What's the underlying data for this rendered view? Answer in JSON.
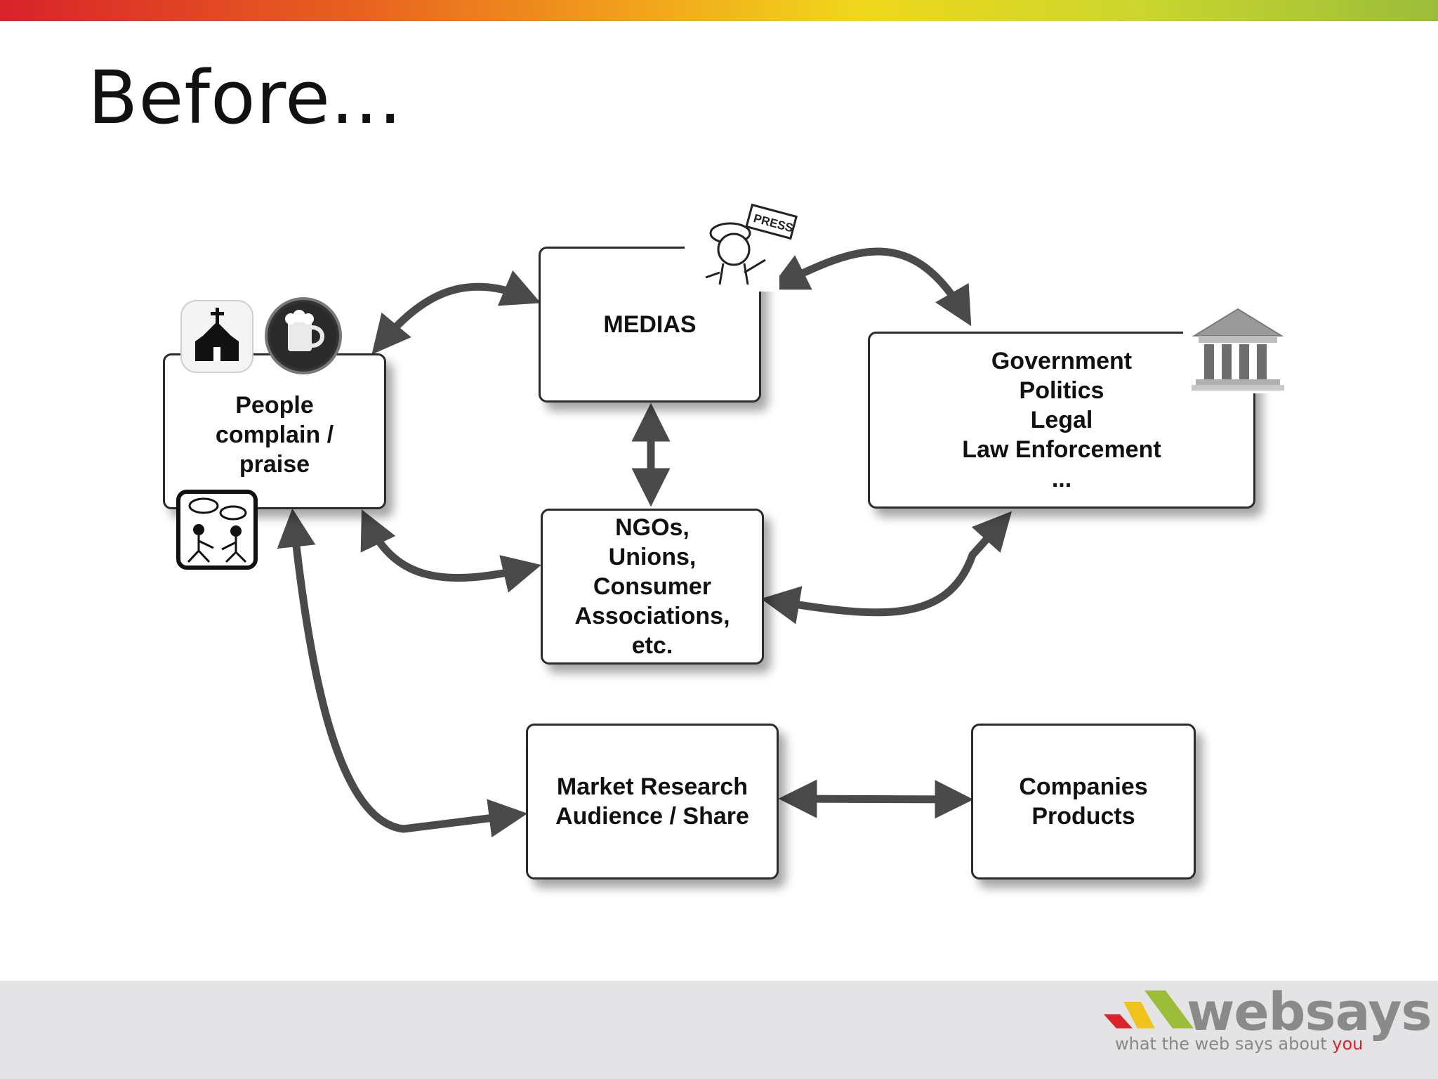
{
  "slide": {
    "title": "Before..."
  },
  "nodes": {
    "people": "People\ncomplain /\npraise",
    "medias": "MEDIAS",
    "government": "Government\nPolitics\nLegal\nLaw Enforcement\n...",
    "ngos": "NGOs,\nUnions,\nConsumer\nAssociations,\netc.",
    "market": "Market Research\nAudience / Share",
    "companies": "Companies\nProducts"
  },
  "icons": {
    "press": "PRESS",
    "church": "church-icon",
    "beer": "beer-mug-icon",
    "conversation": "conversation-icon",
    "government": "government-building-icon"
  },
  "logo": {
    "brand": "websays",
    "tagline_main": "what the web says about ",
    "tagline_accent": "you"
  },
  "colors": {
    "arrow": "#4a4a4a",
    "footer": "#e4e4e6",
    "accent_red": "#d8232a"
  }
}
